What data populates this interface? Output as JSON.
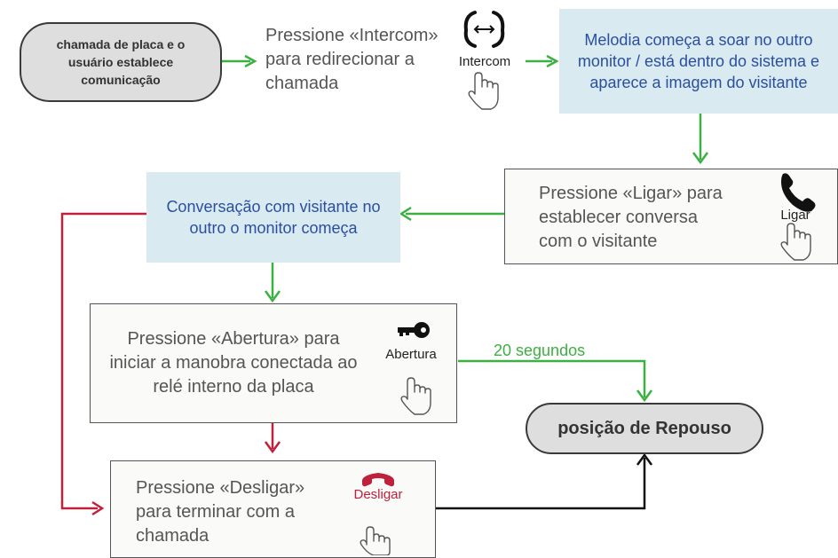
{
  "start_node": {
    "text": "chamada de placa e o usuário establece comunicação"
  },
  "step_intercom": {
    "instruction": "Pressione «Intercom» para redirecionar a chamada",
    "button_label": "Intercom",
    "icon": "intercom-arrows-icon"
  },
  "melody_node": {
    "text": "Melodia começa a soar no outro monitor / está dentro do sistema e aparece a imagem do visitante"
  },
  "step_ligar": {
    "instruction": "Pressione «Ligar» para establecer conversa com o visitante",
    "button_label": "Ligar",
    "icon": "phone-handset-icon"
  },
  "conversation_node": {
    "text": "Conversação com visitante no outro o monitor começa"
  },
  "step_abertura": {
    "instruction": "Pressione «Abertura» para iniciar a manobra conectada ao relé interno da placa",
    "button_label": "Abertura",
    "icon": "key-icon"
  },
  "timeout_label": "20 segundos",
  "rest_node": {
    "text": "posição de Repouso"
  },
  "step_desligar": {
    "instruction": "Pressione «Desligar» para terminar com a chamada",
    "button_label": "Desligar",
    "icon": "hangup-handset-icon"
  },
  "colors": {
    "green_arrow": "#3cb043",
    "red_arrow": "#c0213a",
    "black_arrow": "#111111",
    "blue_text": "#2a4fa0",
    "blue_fill": "#daeaf1",
    "pill_fill": "#dedede"
  }
}
